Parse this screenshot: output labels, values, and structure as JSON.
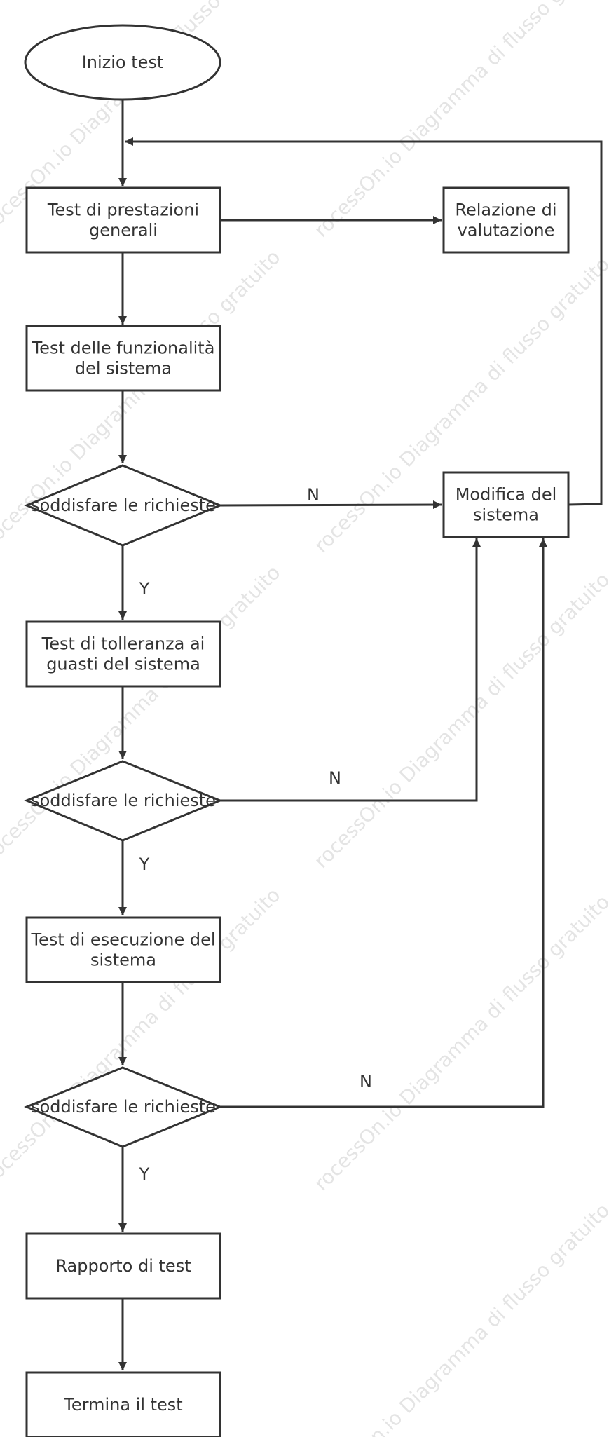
{
  "diagram": {
    "nodes": {
      "start": {
        "label": [
          "Inizio test"
        ]
      },
      "general_perf": {
        "label": [
          "Test di prestazioni",
          "generali"
        ]
      },
      "eval_report": {
        "label": [
          "Relazione di",
          "valutazione"
        ]
      },
      "func_test": {
        "label": [
          "Test delle funzionalità",
          "del sistema"
        ]
      },
      "decision1": {
        "label": [
          "soddisfare le richieste"
        ]
      },
      "modify": {
        "label": [
          "Modifica del",
          "sistema"
        ]
      },
      "fault_tol": {
        "label": [
          "Test di tolleranza ai",
          "guasti del sistema"
        ]
      },
      "decision2": {
        "label": [
          "soddisfare le richieste"
        ]
      },
      "exec_test": {
        "label": [
          "Test di esecuzione del",
          "sistema"
        ]
      },
      "decision3": {
        "label": [
          "soddisfare le richieste"
        ]
      },
      "test_report": {
        "label": [
          "Rapporto di test"
        ]
      },
      "end": {
        "label": [
          "Termina il test"
        ]
      }
    },
    "edge_labels": {
      "d1_no": "N",
      "d1_yes": "Y",
      "d2_no": "N",
      "d2_yes": "Y",
      "d3_no": "N",
      "d3_yes": "Y"
    },
    "watermark": "rocessOn.io Diagramma di flusso gratuito"
  },
  "colors": {
    "stroke": "#333333",
    "fill": "#ffffff",
    "text": "#333333",
    "watermark": "#cfcfcf"
  }
}
